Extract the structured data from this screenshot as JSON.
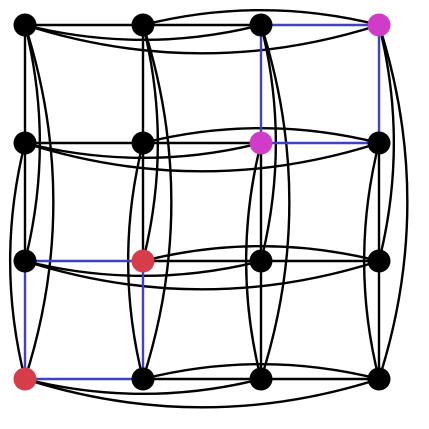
{
  "diagram": {
    "type": "rook-graph",
    "grid_rows": 4,
    "grid_cols": 4,
    "edge_color": "#000000",
    "default_node_color": "#000000",
    "highlight_edge_color": "#4040c8",
    "nodes": [
      {
        "id": "r0c0",
        "row": 0,
        "col": 0,
        "color": "#000000"
      },
      {
        "id": "r0c1",
        "row": 0,
        "col": 1,
        "color": "#000000"
      },
      {
        "id": "r0c2",
        "row": 0,
        "col": 2,
        "color": "#000000"
      },
      {
        "id": "r0c3",
        "row": 0,
        "col": 3,
        "color": "#d03cc8"
      },
      {
        "id": "r1c0",
        "row": 1,
        "col": 0,
        "color": "#000000"
      },
      {
        "id": "r1c1",
        "row": 1,
        "col": 1,
        "color": "#000000"
      },
      {
        "id": "r1c2",
        "row": 1,
        "col": 2,
        "color": "#d03cc8"
      },
      {
        "id": "r1c3",
        "row": 1,
        "col": 3,
        "color": "#000000"
      },
      {
        "id": "r2c0",
        "row": 2,
        "col": 0,
        "color": "#000000"
      },
      {
        "id": "r2c1",
        "row": 2,
        "col": 1,
        "color": "#d63c4a"
      },
      {
        "id": "r2c2",
        "row": 2,
        "col": 2,
        "color": "#000000"
      },
      {
        "id": "r2c3",
        "row": 2,
        "col": 3,
        "color": "#000000"
      },
      {
        "id": "r3c0",
        "row": 3,
        "col": 0,
        "color": "#d63c4a"
      },
      {
        "id": "r3c1",
        "row": 3,
        "col": 1,
        "color": "#000000"
      },
      {
        "id": "r3c2",
        "row": 3,
        "col": 2,
        "color": "#000000"
      },
      {
        "id": "r3c3",
        "row": 3,
        "col": 3,
        "color": "#000000"
      }
    ],
    "highlighted_edges": [
      [
        "r0c2",
        "r0c3"
      ],
      [
        "r0c2",
        "r1c2"
      ],
      [
        "r0c3",
        "r1c3"
      ],
      [
        "r1c2",
        "r1c3"
      ],
      [
        "r2c0",
        "r2c1"
      ],
      [
        "r2c0",
        "r3c0"
      ],
      [
        "r2c1",
        "r3c1"
      ],
      [
        "r3c0",
        "r3c1"
      ]
    ]
  }
}
